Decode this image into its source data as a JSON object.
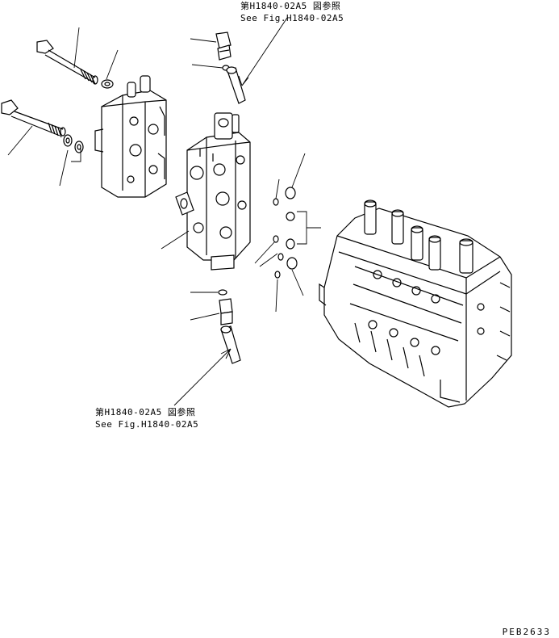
{
  "references": {
    "top": {
      "jp": "第H1840-02A5 図参照",
      "en": "See Fig.H1840-02A5"
    },
    "bottom": {
      "jp": "第H1840-02A5 図参照",
      "en": "See Fig.H1840-02A5"
    }
  },
  "drawing_code": "PEB2633",
  "colors": {
    "ink": "#000000",
    "paper": "#ffffff"
  }
}
